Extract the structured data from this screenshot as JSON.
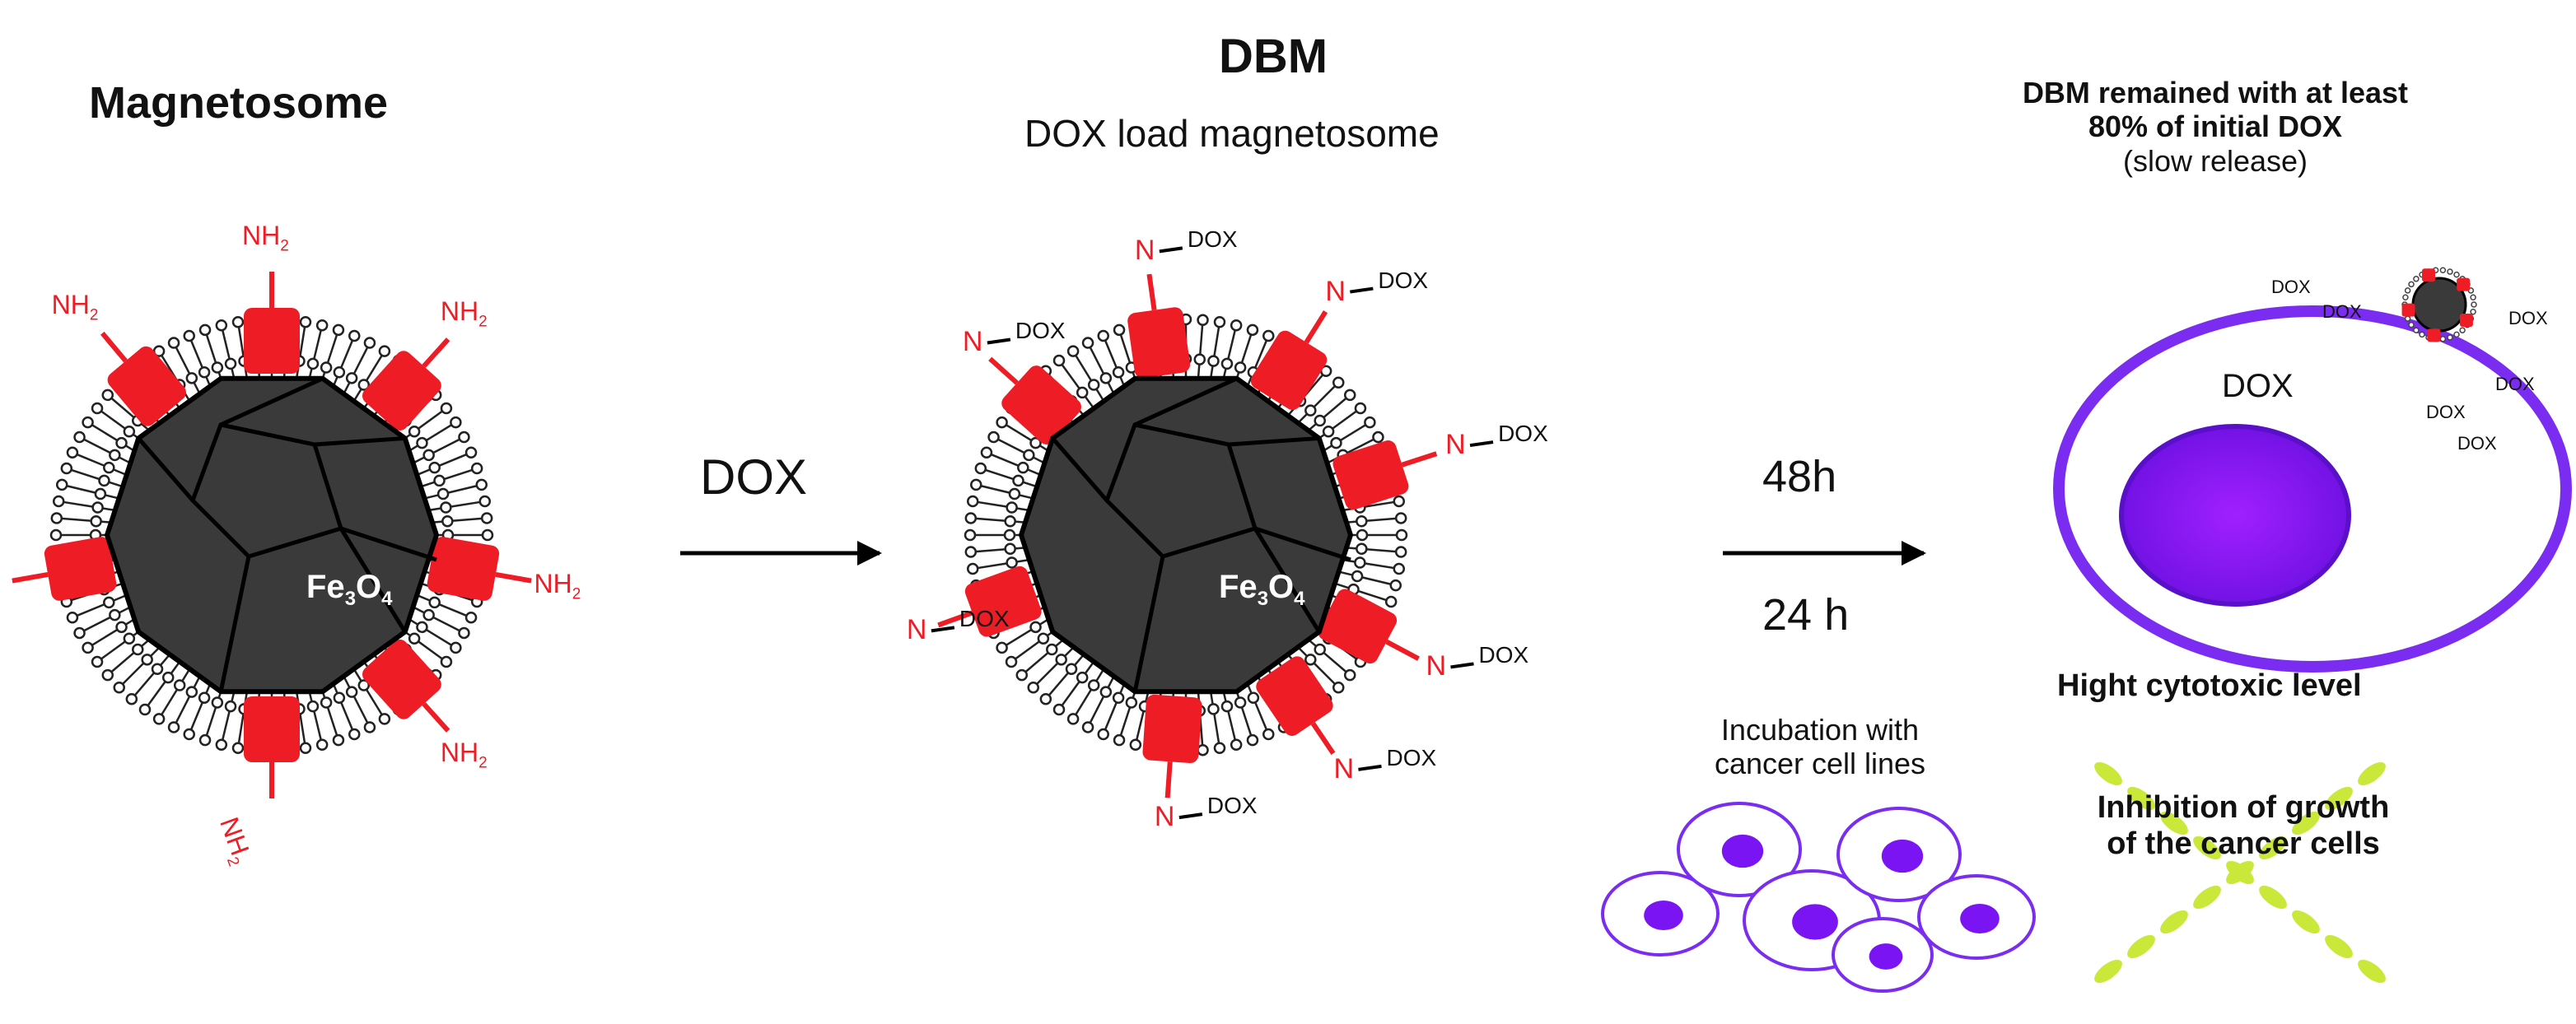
{
  "left": {
    "title": "Magnetosome",
    "core_label": "Fe",
    "core_sub1": "3",
    "core_mid": "O",
    "core_sub2": "4",
    "group_label": "NH",
    "group_sub": "2"
  },
  "arrow1": {
    "label": "DOX"
  },
  "middle": {
    "title": "DBM",
    "subtitle": "DOX load magnetosome",
    "core_label": "Fe",
    "core_sub1": "3",
    "core_mid": "O",
    "core_sub2": "4",
    "n_label": "N",
    "drug_label": "DOX"
  },
  "arrow2": {
    "label_top": "48h",
    "label_bottom": "24 h",
    "incubation_line1": "Incubation with",
    "incubation_line2": "cancer cell lines"
  },
  "right": {
    "heading_line1": "DBM remained with at least",
    "heading_line2": "80% of initial DOX",
    "heading_line3": "(slow release)",
    "cell_drug_label": "DOX",
    "scatter_label": "DOX",
    "cytotoxic": "Hight cytotoxic level",
    "inhibition_line1": "Inhibition of growth",
    "inhibition_line2": "of the cancer cells"
  },
  "colors": {
    "core": "#3a3a3a",
    "group": "#ee1c25",
    "cell_outline": "#7a2cf0",
    "nucleus": "#7a14f2",
    "x_mark": "#c9e83a"
  }
}
